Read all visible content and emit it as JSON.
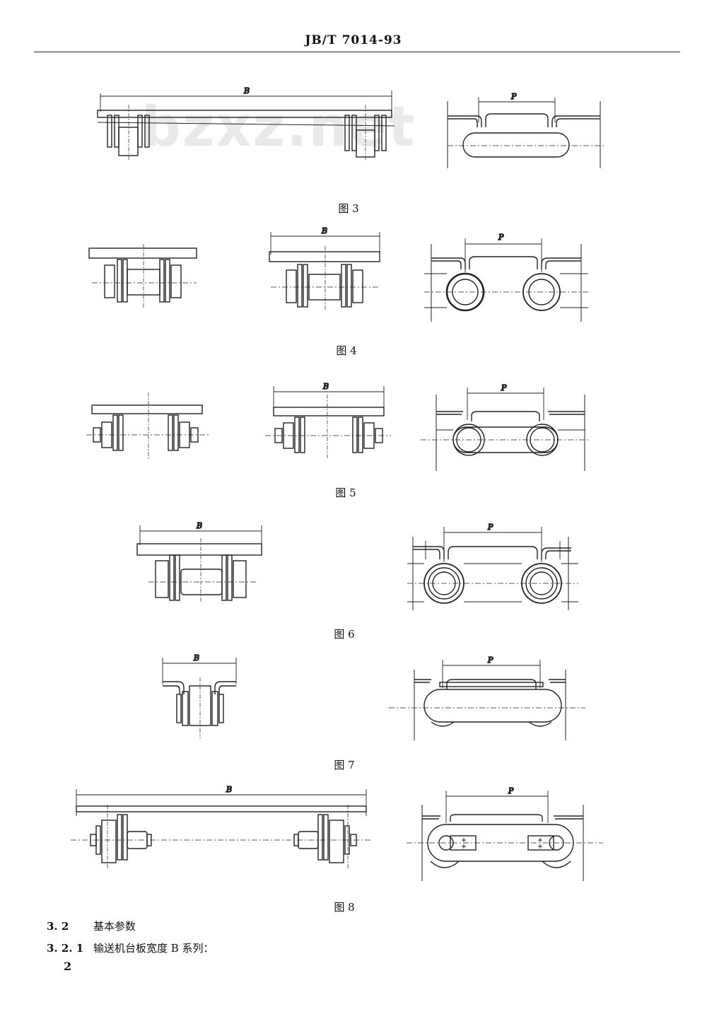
{
  "header": {
    "code": "JB/T 7014-93"
  },
  "watermark": "bzxz.net",
  "dimension_labels": {
    "width": "B",
    "pitch": "P"
  },
  "figures": [
    {
      "label": "图 3"
    },
    {
      "label": "图 4"
    },
    {
      "label": "图 5"
    },
    {
      "label": "图 6"
    },
    {
      "label": "图 7"
    },
    {
      "label": "图 8"
    }
  ],
  "sections": [
    {
      "number": "3. 2",
      "text": "基本参数"
    },
    {
      "number": "3. 2. 1",
      "text": "输送机台板宽度 B 系列："
    }
  ],
  "page_number": "2"
}
